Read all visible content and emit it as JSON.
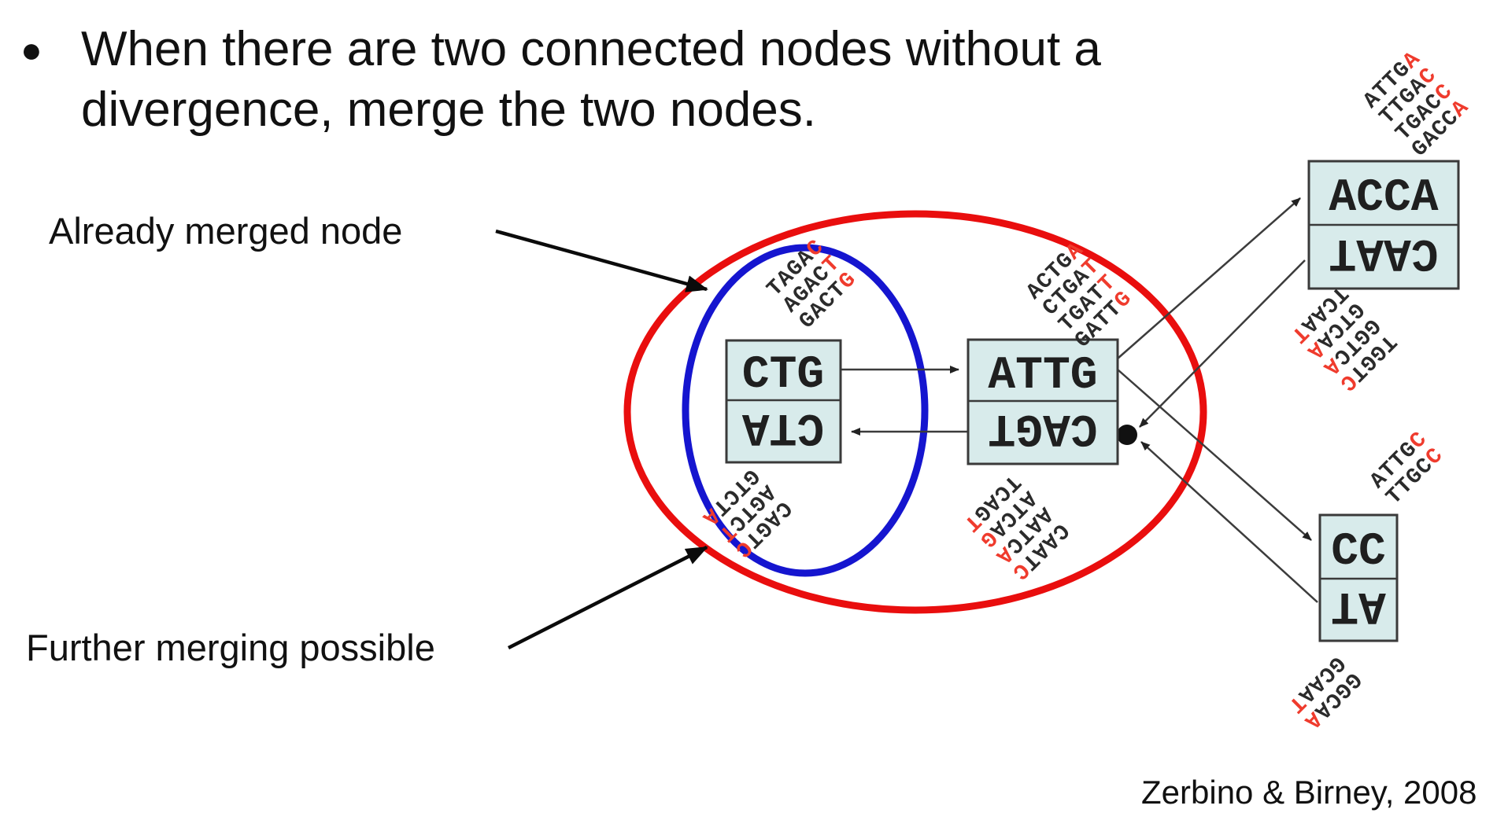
{
  "slide": {
    "bullet": "●",
    "title": "When there are two connected nodes without a\ndivergence, merge the two nodes.",
    "citation": "Zerbino & Birney, 2008"
  },
  "annotations": {
    "already_merged": "Already merged node",
    "further_merging": "Further merging possible"
  },
  "colors": {
    "red_ellipse": "#e90e0e",
    "blue_ellipse": "#1515cf",
    "node_fill": "#d8ebeb",
    "node_border": "#3a3a3a",
    "edge_line": "#3c3c3c",
    "kmer_black": "#2b2b2b",
    "kmer_red": "#ef3b2d"
  },
  "diagram": {
    "nodes": {
      "ctg": {
        "top": "CTG",
        "bottom": "CTA"
      },
      "attg": {
        "top": "ATTG",
        "bottom": "CAGT"
      },
      "acca": {
        "top": "ACCA",
        "bottom": "CAAT"
      },
      "cc": {
        "top": "CC",
        "bottom": "AT"
      }
    },
    "kmer_groups": {
      "ctg_top": [
        {
          "t": "TAGA",
          "r": "C"
        },
        {
          "t": "AGAC",
          "r": "T"
        },
        {
          "t": "GACT",
          "r": "G"
        }
      ],
      "ctg_bottom": [
        {
          "t": "CAGT",
          "r": "C"
        },
        {
          "t": "AGTC",
          "r": "T"
        },
        {
          "t": "GTCT",
          "r": "A"
        }
      ],
      "attg_top": [
        {
          "t": "ACTG",
          "r": "A"
        },
        {
          "t": "CTGA",
          "r": "T"
        },
        {
          "t": "TGAT",
          "r": "T"
        },
        {
          "t": "GATT",
          "r": "G"
        }
      ],
      "attg_bottom": [
        {
          "t": "CAAT",
          "r": "C"
        },
        {
          "t": "AATC",
          "r": "A"
        },
        {
          "t": "ATCA",
          "r": "G"
        },
        {
          "t": "TCAG",
          "r": "T"
        }
      ],
      "acca_top": [
        {
          "t": "ATTG",
          "r": "A"
        },
        {
          "t": "TTGA",
          "r": "C"
        },
        {
          "t": "TGAC",
          "r": "C"
        },
        {
          "t": "GACC",
          "r": "A"
        }
      ],
      "acca_bottom": [
        {
          "t": "TGGT",
          "r": "C"
        },
        {
          "t": "GGTC",
          "r": "A"
        },
        {
          "t": "GTCA",
          "r": "A"
        },
        {
          "t": "TCAA",
          "r": "T"
        }
      ],
      "cc_top": [
        {
          "t": "ATTG",
          "r": "C"
        },
        {
          "t": "TTGC",
          "r": "C"
        }
      ],
      "cc_bottom": [
        {
          "t": "GGCA",
          "r": "A"
        },
        {
          "t": "GCAA",
          "r": "T"
        }
      ]
    }
  }
}
